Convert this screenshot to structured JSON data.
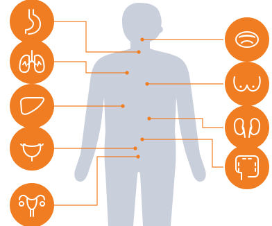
{
  "colors": {
    "accent": "#F07D22",
    "body": "#C9CFDB",
    "icon_stroke": "#FFFFFF",
    "background": "#FFFFFF"
  },
  "organs": [
    {
      "icon": "stomach-icon",
      "side": "left"
    },
    {
      "icon": "lungs-icon",
      "side": "left"
    },
    {
      "icon": "liver-icon",
      "side": "left"
    },
    {
      "icon": "bladder-icon",
      "side": "left"
    },
    {
      "icon": "uterus-icon",
      "side": "left"
    },
    {
      "icon": "mouth-icon",
      "side": "right"
    },
    {
      "icon": "breasts-icon",
      "side": "right"
    },
    {
      "icon": "kidneys-icon",
      "side": "right"
    },
    {
      "icon": "colon-icon",
      "side": "right"
    }
  ]
}
